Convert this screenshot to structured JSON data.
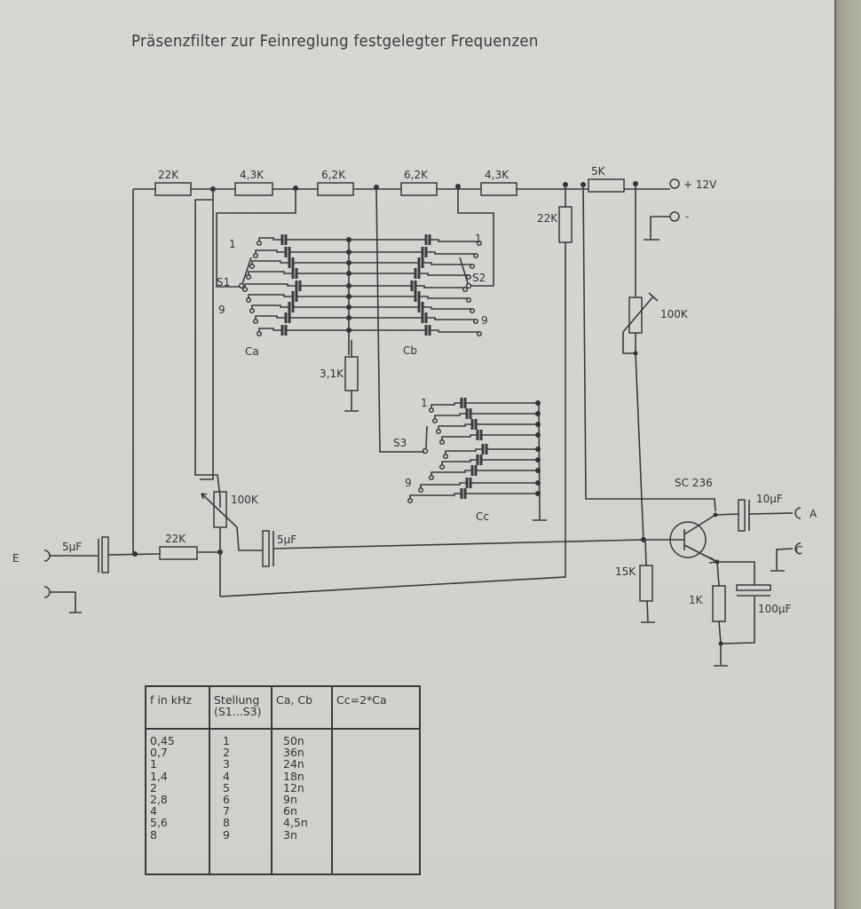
{
  "title": "Präsenzfilter zur Feinreglung festgelegter Frequenzen",
  "colors": {
    "paper": "#d4d5d1",
    "ink": "#3a3a3a",
    "background_edge": "#a9a996"
  },
  "schematic": {
    "resistors": {
      "r_top_22k": "22K",
      "r_top_4k3_a": "4,3K",
      "r_top_6k2_a": "6,2K",
      "r_top_6k2_b": "6,2K",
      "r_top_4k3_b": "4,3K",
      "r_5k": "5K",
      "r_22k_vertical": "22K",
      "r_3k1": "3,1K",
      "r_input_22k": "22K",
      "r_15k": "15K",
      "r_1k": "1K"
    },
    "potentiometers": {
      "pot_right": "100K",
      "pot_left": "100K"
    },
    "capacitors": {
      "c_input": "5µF",
      "c_coupling": "5µF",
      "c_output": "10µF",
      "c_emitter": "100µF"
    },
    "switches": {
      "s1": "S1",
      "s2": "S2",
      "s3": "S3"
    },
    "switch_positions": {
      "first": "1",
      "last": "9"
    },
    "capacitor_banks": {
      "ca": "Ca",
      "cb": "Cb",
      "cc": "Cc"
    },
    "transistor": "SC 236",
    "terminals": {
      "input": "E",
      "output": "A",
      "output_ground": "C",
      "supply_plus": "+ 12V",
      "supply_minus": "-"
    }
  },
  "table": {
    "headers": [
      "f in kHz",
      "Stellung (S1...S3)",
      "Ca, Cb",
      "Cc=2*Ca"
    ],
    "rows": [
      {
        "f": "0,45",
        "stellung": "1",
        "cab": "50n"
      },
      {
        "f": "0,7",
        "stellung": "2",
        "cab": "36n"
      },
      {
        "f": "1",
        "stellung": "3",
        "cab": "24n"
      },
      {
        "f": "1,4",
        "stellung": "4",
        "cab": "18n"
      },
      {
        "f": "2",
        "stellung": "5",
        "cab": "12n"
      },
      {
        "f": "2,8",
        "stellung": "6",
        "cab": "9n"
      },
      {
        "f": "4",
        "stellung": "7",
        "cab": "6n"
      },
      {
        "f": "5,6",
        "stellung": "8",
        "cab": "4,5n"
      },
      {
        "f": "8",
        "stellung": "9",
        "cab": "3n"
      }
    ]
  }
}
